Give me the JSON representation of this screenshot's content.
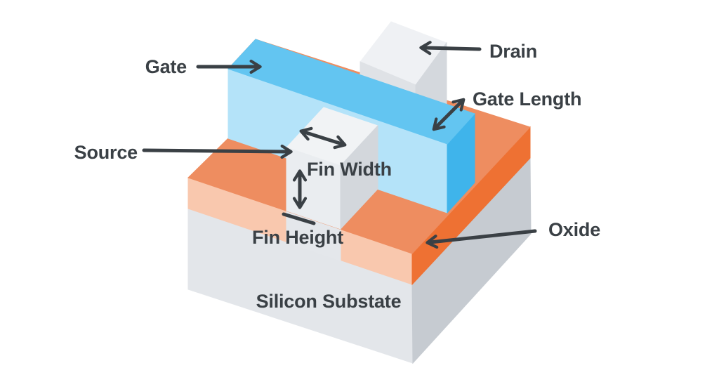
{
  "diagram": {
    "labels": {
      "gate": "Gate",
      "drain": "Drain",
      "gate_length": "Gate Length",
      "source": "Source",
      "fin_width": "Fin Width",
      "fin_height": "Fin Height",
      "oxide": "Oxide",
      "substrate": "Silicon Substate"
    },
    "colors": {
      "background": "#FFFFFF",
      "annotation": "#3A4045",
      "gate_top": "#63C5F1",
      "gate_front": "#B4E3F9",
      "gate_side": "#3FB4EB",
      "oxide_top": "#EE8D60",
      "oxide_front": "#F9C8AE",
      "oxide_side": "#EE7133",
      "substrate_front": "#E3E6EA",
      "substrate_side": "#C6CBD1",
      "fin_top": "#F1F3F5",
      "fin_front": "#EAEDF0",
      "fin_side": "#D3D7DC",
      "fin_cross_section": "#E4E7EB",
      "pillar_top": "#EFF1F4",
      "pillar_front": "#DFE2E6",
      "pillar_side": "#D4D8DD"
    }
  }
}
